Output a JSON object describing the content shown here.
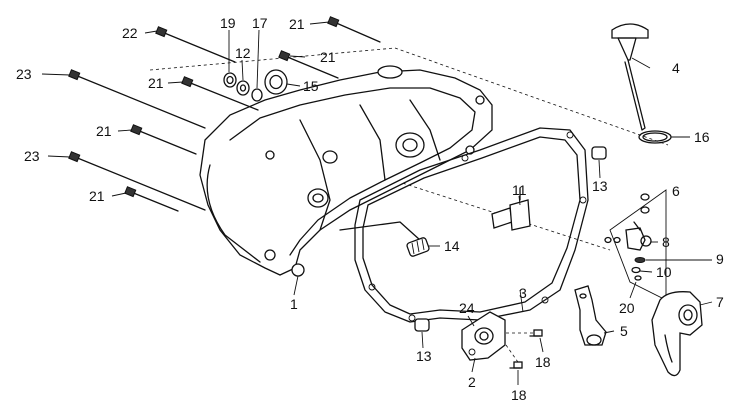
{
  "callouts": [
    {
      "id": "1",
      "text": "1"
    },
    {
      "id": "2",
      "text": "2"
    },
    {
      "id": "3",
      "text": "3"
    },
    {
      "id": "4",
      "text": "4"
    },
    {
      "id": "5",
      "text": "5"
    },
    {
      "id": "6",
      "text": "6"
    },
    {
      "id": "7",
      "text": "7"
    },
    {
      "id": "8",
      "text": "8"
    },
    {
      "id": "9",
      "text": "9"
    },
    {
      "id": "10",
      "text": "10"
    },
    {
      "id": "11",
      "text": "11"
    },
    {
      "id": "12",
      "text": "12"
    },
    {
      "id": "13a",
      "text": "13"
    },
    {
      "id": "13b",
      "text": "13"
    },
    {
      "id": "14",
      "text": "14"
    },
    {
      "id": "15",
      "text": "15"
    },
    {
      "id": "16",
      "text": "16"
    },
    {
      "id": "17",
      "text": "17"
    },
    {
      "id": "18a",
      "text": "18"
    },
    {
      "id": "18b",
      "text": "18"
    },
    {
      "id": "19",
      "text": "19"
    },
    {
      "id": "20",
      "text": "20"
    },
    {
      "id": "21a",
      "text": "21"
    },
    {
      "id": "21b",
      "text": "21"
    },
    {
      "id": "21c",
      "text": "21"
    },
    {
      "id": "21d",
      "text": "21"
    },
    {
      "id": "21e",
      "text": "21"
    },
    {
      "id": "22",
      "text": "22"
    },
    {
      "id": "23a",
      "text": "23"
    },
    {
      "id": "23b",
      "text": "23"
    },
    {
      "id": "24",
      "text": "24"
    }
  ]
}
